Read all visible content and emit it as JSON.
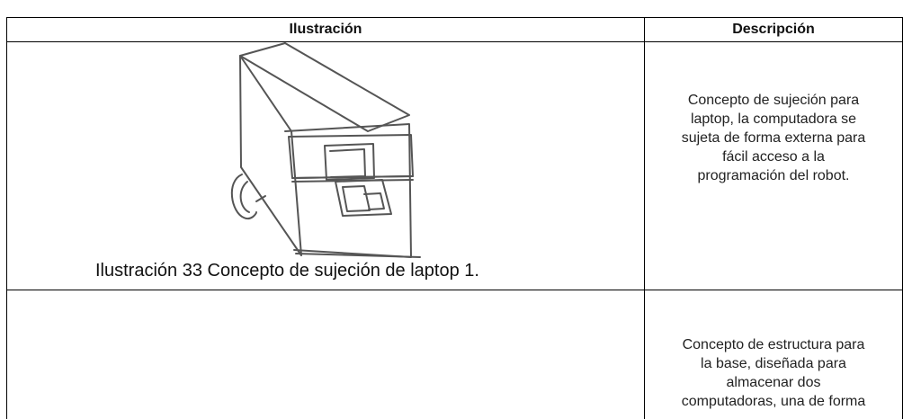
{
  "table": {
    "headers": [
      "Ilustración",
      "Descripción"
    ],
    "rows": [
      {
        "caption": "Ilustración 33 Concepto de sujeción de laptop 1.",
        "description_lines": [
          "Concepto de sujeción para",
          "laptop, la computadora se",
          "sujeta de forma externa para",
          "fácil acceso a la",
          "programación del robot."
        ]
      },
      {
        "caption": "",
        "description_lines": [
          "Concepto de estructura para",
          "la base, diseñada para",
          "almacenar dos",
          "computadoras, una de forma"
        ]
      }
    ]
  },
  "sketch": {
    "icon": "laptop-holder-sketch",
    "stroke_color": "#555555"
  }
}
